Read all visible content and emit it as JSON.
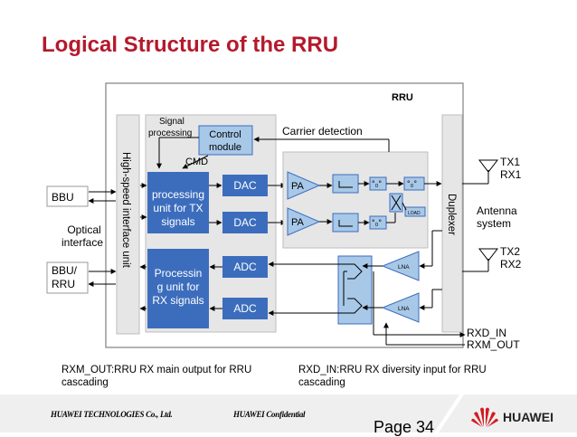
{
  "title": "Logical Structure of the RRU",
  "diagram": {
    "rru_label": "RRU",
    "signal_processing": [
      "Signal",
      "processing"
    ],
    "control_module": [
      "Control",
      "module"
    ],
    "cmd": "CMD",
    "carrier_detection": "Carrier detection",
    "hs_interface": "High-speed interface unit",
    "tx_unit": [
      "processing",
      "unit for TX",
      "signals"
    ],
    "rx_unit": [
      "Processin",
      "g unit for",
      "RX signals"
    ],
    "dac": "DAC",
    "adc": "ADC",
    "pa": "PA",
    "lna": "LNA",
    "load": "LOAD",
    "duplexer": "Duplexer",
    "bbu": "BBU",
    "bbu_rru": [
      "BBU/",
      "RRU"
    ],
    "optical_interface": [
      "Optical",
      "interface"
    ],
    "tx1": "TX1",
    "rx1": "RX1",
    "tx2": "TX2",
    "rx2": "RX2",
    "antenna_system": [
      "Antenna",
      "system"
    ],
    "rxd_in": "RXD_IN",
    "rxm_out": "RXM_OUT"
  },
  "notes": {
    "left": [
      "RXM_OUT:RRU RX main output for RRU",
      "cascading"
    ],
    "right": [
      "RXD_IN:RRU RX diversity input for RRU",
      "cascading"
    ]
  },
  "footer": {
    "company": "HUAWEI TECHNOLOGIES Co., Ltd.",
    "confidential": "HUAWEI Confidential",
    "page": "Page 34",
    "brand": "HUAWEI"
  },
  "colors": {
    "title": "#b5192b",
    "block_blue": "#3c6dbd",
    "light_blue": "#a8c8e8",
    "panel_gray": "#e6e6e6",
    "logo_red": "#d41b22"
  }
}
